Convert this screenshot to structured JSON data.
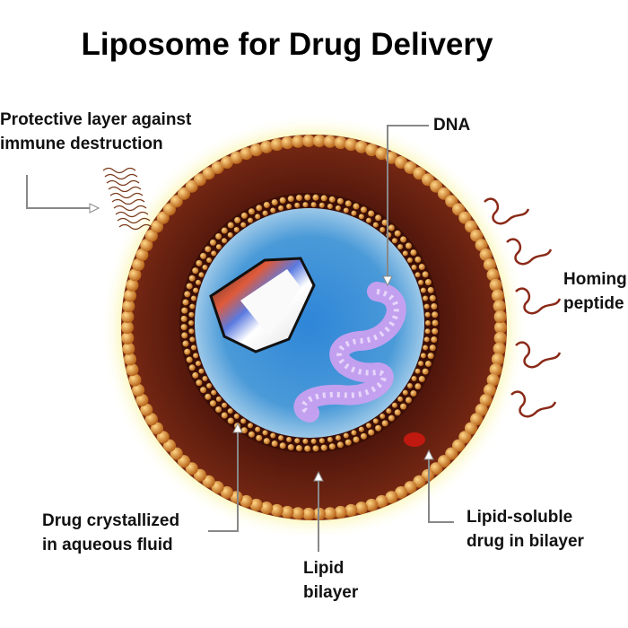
{
  "title": "Liposome for Drug Delivery",
  "labels": {
    "protective": [
      "Protective layer against",
      "immune destruction"
    ],
    "dna": "DNA",
    "homing": [
      "Homing",
      "peptide"
    ],
    "drug_crystal": [
      "Drug crystallized",
      "in aqueous fluid"
    ],
    "lipid_bilayer": [
      "Lipid",
      "bilayer"
    ],
    "lipid_soluble": [
      "Lipid-soluble",
      "drug in bilayer"
    ]
  },
  "colors": {
    "glow": "#f4ee6a",
    "bilayer": "#6b1e10",
    "bead": "#d9892c",
    "aqueous": "#3f8fd6",
    "dna": "#c9a0f0",
    "peptide": "#8a2a18"
  }
}
